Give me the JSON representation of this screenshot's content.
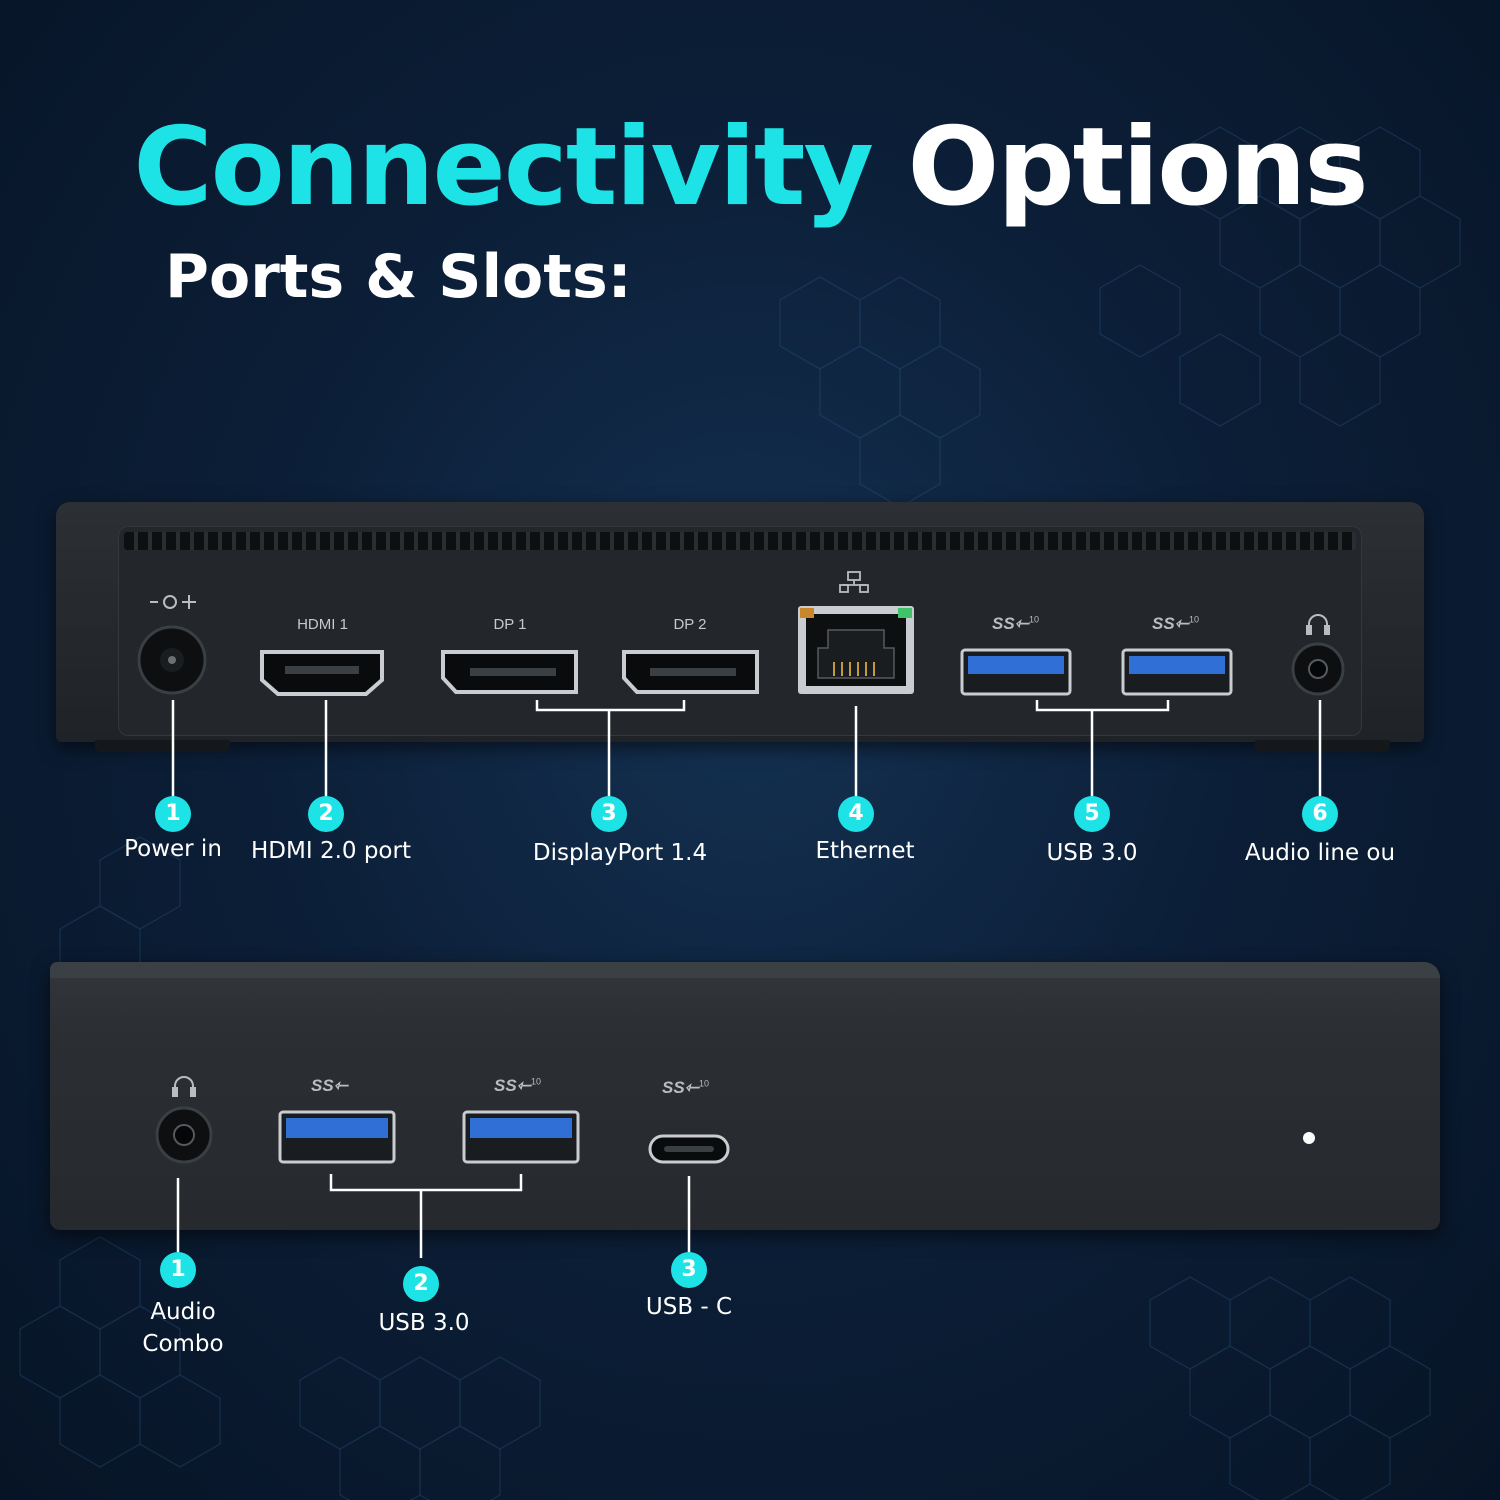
{
  "heading": {
    "accent": "Connectivity",
    "rest": "Options"
  },
  "subheading": "Ports & Slots:",
  "colors": {
    "accent": "#1ee3e6",
    "text": "#ffffff",
    "background": "#0c1f38",
    "device": "#26292d",
    "usb_blue": "#2f6fd6"
  },
  "rear_panel": {
    "port_labels": {
      "hdmi": "HDMI 1",
      "dp1": "DP 1",
      "dp2": "DP 2",
      "ss1": "SS",
      "ss1_sup": "10",
      "ss2": "SS",
      "ss2_sup": "10"
    },
    "callouts": [
      {
        "number": "1",
        "label": "Power in"
      },
      {
        "number": "2",
        "label": "HDMI 2.0 port"
      },
      {
        "number": "3",
        "label": "DisplayPort 1.4"
      },
      {
        "number": "4",
        "label": "Ethernet"
      },
      {
        "number": "5",
        "label": "USB 3.0"
      },
      {
        "number": "6",
        "label": "Audio line ou"
      }
    ]
  },
  "front_panel": {
    "port_labels": {
      "ss1": "SS",
      "ss2": "SS",
      "ss2_sup": "10",
      "ssc": "SS",
      "ssc_sup": "10"
    },
    "callouts": [
      {
        "number": "1",
        "label_line1": "Audio",
        "label_line2": "Combo"
      },
      {
        "number": "2",
        "label": "USB 3.0"
      },
      {
        "number": "3",
        "label": "USB - C"
      }
    ]
  }
}
